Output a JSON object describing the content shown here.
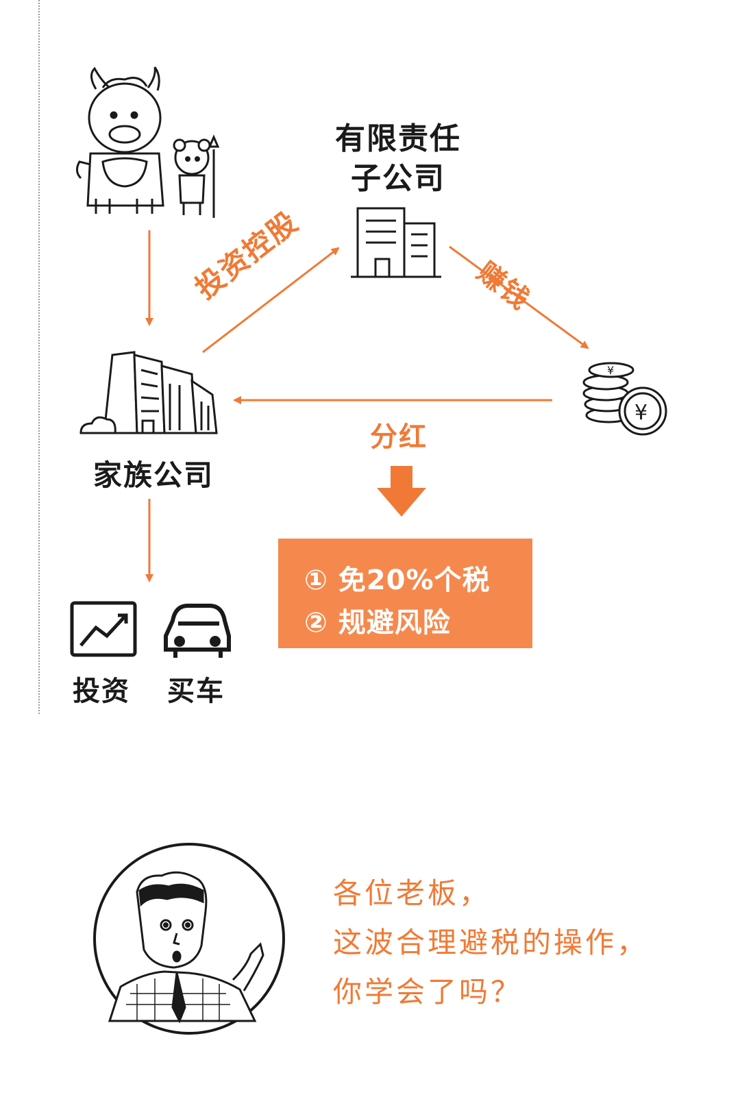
{
  "subsidiary": {
    "line1": "有限责任",
    "line2": "子公司"
  },
  "family_company": "家族公司",
  "edges": {
    "investment_holding": "投资控股",
    "earn_money": "赚钱",
    "dividend": "分红"
  },
  "benefits": [
    "① 免20%个税",
    "② 规避风险"
  ],
  "uses": {
    "invest": "投资",
    "buy_car": "买车"
  },
  "closing": {
    "line1": "各位老板，",
    "line2": "这波合理避税的操作，",
    "line3": "你学会了吗？"
  },
  "icons": {
    "owner": "ox-mascot-with-child-icon",
    "subsidiary": "office-building-icon",
    "family_company": "office-complex-icon",
    "money": "yuan-coins-icon",
    "invest": "stock-chart-icon",
    "car": "car-icon",
    "boss": "businessman-portrait-icon"
  },
  "colors": {
    "accent": "#f07a35",
    "box": "#f5894d",
    "text": "#1a1a1a"
  }
}
